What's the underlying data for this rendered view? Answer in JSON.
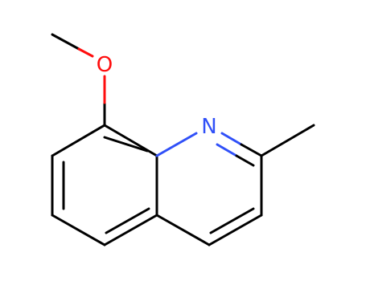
{
  "molecule": {
    "atoms": [
      {
        "id": "o1",
        "label": "O",
        "color": "#ff0d0d"
      },
      {
        "id": "n1",
        "label": "N",
        "color": "#3050f8"
      }
    ],
    "bond_color": "#000000"
  }
}
